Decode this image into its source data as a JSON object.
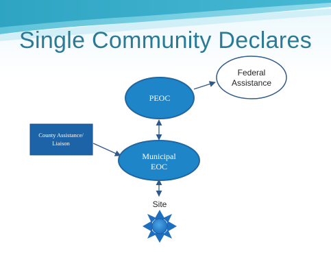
{
  "slide": {
    "title": "Single Community Declares"
  },
  "diagram": {
    "nodes": {
      "peoc": "PEOC",
      "federal_line1": "Federal",
      "federal_line2": "Assistance",
      "county_line1": "County Assistance/",
      "county_line2": "Liaison",
      "municipal_line1": "Municipal",
      "municipal_line2": "EOC",
      "site": "Site"
    },
    "colors": {
      "node_fill": "#1e85c9",
      "node_stroke": "#2166a0",
      "county_fill": "#1c63a8",
      "arrow": "#2d5a8a",
      "title": "#2a7a95"
    },
    "icons": {
      "site": "sun-burst-icon"
    }
  }
}
